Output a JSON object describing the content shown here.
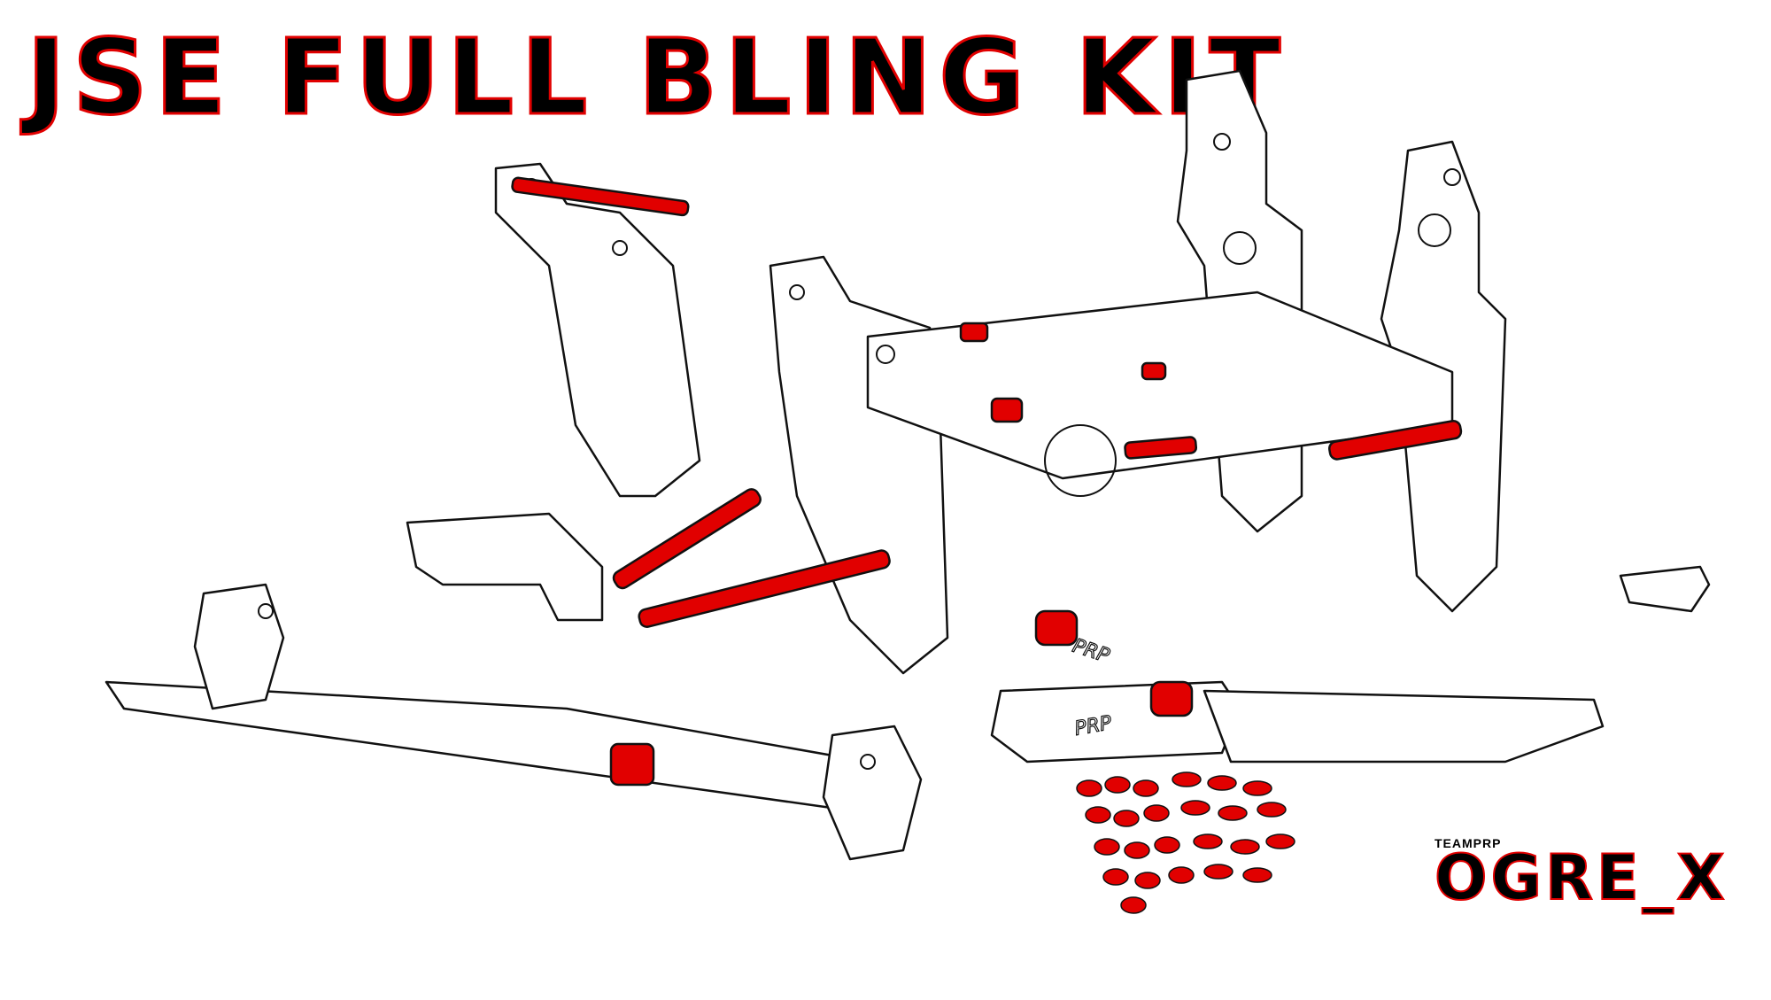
{
  "title": "JSE FULL BLING KIT",
  "brand": {
    "team": "TEAMPRP",
    "model": "OGRE_X"
  },
  "engraving": "PRP",
  "colors": {
    "accent": "#e10000",
    "outline": "#000000",
    "background": "#ffffff"
  }
}
